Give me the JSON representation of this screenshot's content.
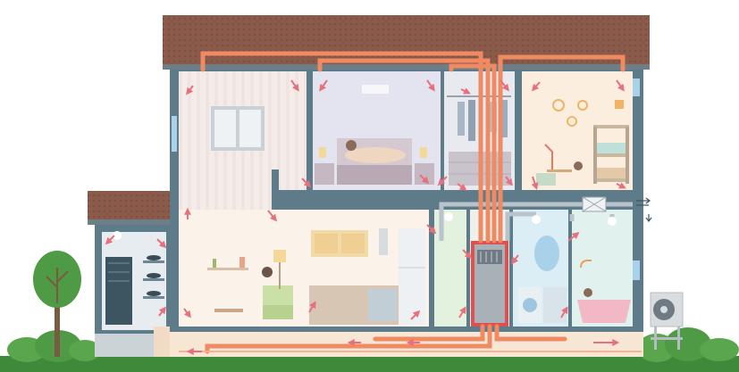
{
  "diagram": {
    "kind": "house ventilation cross-section",
    "colors": {
      "background": "#ffffff",
      "ground": "#3f8a3a",
      "bush": "#5aa64c",
      "roof": "#8a5a4a",
      "roof_shade": "#7a4c3e",
      "wall": "#5e7b8a",
      "duct": "#ef8a63",
      "duct_light": "#f6b394",
      "supply_pipe": "#b9c3cc",
      "arrow": "#e8707d",
      "unit_frame": "#e05050",
      "unit_body": "#a8b0b8",
      "outdoor_unit": "#d9dde0"
    },
    "rooms": [
      {
        "id": "stairwell-room",
        "fill": "#f4ece9"
      },
      {
        "id": "bedroom",
        "fill": "#e4e3f0"
      },
      {
        "id": "wardrobe",
        "fill": "#e8eaf0"
      },
      {
        "id": "kids-room",
        "fill": "#fbeede"
      },
      {
        "id": "annex-storage",
        "fill": "#e6ecef"
      },
      {
        "id": "living-kitchen",
        "fill": "#fbf3e9"
      },
      {
        "id": "hallway",
        "fill": "#e3f2df"
      },
      {
        "id": "technical-room",
        "fill": "#eef0ec"
      },
      {
        "id": "laundry",
        "fill": "#dbeef6"
      },
      {
        "id": "bathroom",
        "fill": "#e1f1ee"
      }
    ],
    "icons": [
      "tree-icon",
      "bush-icon",
      "window-icon",
      "bed-icon",
      "person-reading-icon",
      "clothes-rack-icon",
      "bunk-bed-icon",
      "desk-lamp-icon",
      "sofa-chair-icon",
      "kitchen-icon",
      "washing-machine-icon",
      "bathtub-icon",
      "mirror-icon",
      "ventilation-unit-icon",
      "heat-pump-icon",
      "fan-icon"
    ]
  }
}
